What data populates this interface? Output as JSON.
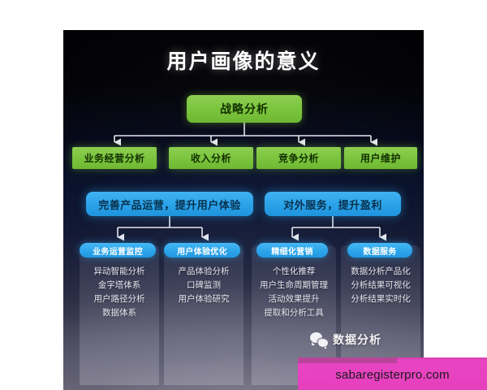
{
  "slide": {
    "title": "用户画像的意义",
    "root": {
      "label": "战略分析"
    },
    "level2": [
      {
        "label": "业务经营分析"
      },
      {
        "label": "收入分析"
      },
      {
        "label": "竞争分析"
      },
      {
        "label": "用户维护"
      }
    ],
    "level3": [
      {
        "label": "完善产品运营，提升用户体验"
      },
      {
        "label": "对外服务，提升盈利"
      }
    ],
    "columns": [
      {
        "pill": "业务运营监控",
        "items": [
          "异动智能分析",
          "金字塔体系",
          "用户路径分析",
          "数据体系"
        ]
      },
      {
        "pill": "用户体验优化",
        "items": [
          "产品体验分析",
          "口碑监测",
          "用户体验研究"
        ]
      },
      {
        "pill": "精细化营销",
        "items": [
          "个性化推荐",
          "用户生命周期管理",
          "活动效果提升",
          "提取和分析工具"
        ]
      },
      {
        "pill": "数据服务",
        "items": [
          "数据分析产品化",
          "分析结果可视化",
          "分析结果实时化"
        ]
      }
    ],
    "watermark": {
      "icon": "wechat-icon",
      "text": "数据分析"
    },
    "colors": {
      "green": "#7ac43c",
      "blue": "#2aa2e8",
      "banner_magenta": "#e63fbe",
      "connector": "#e6e6ee"
    }
  },
  "banner": {
    "text": "sabaregisterpro.com"
  }
}
